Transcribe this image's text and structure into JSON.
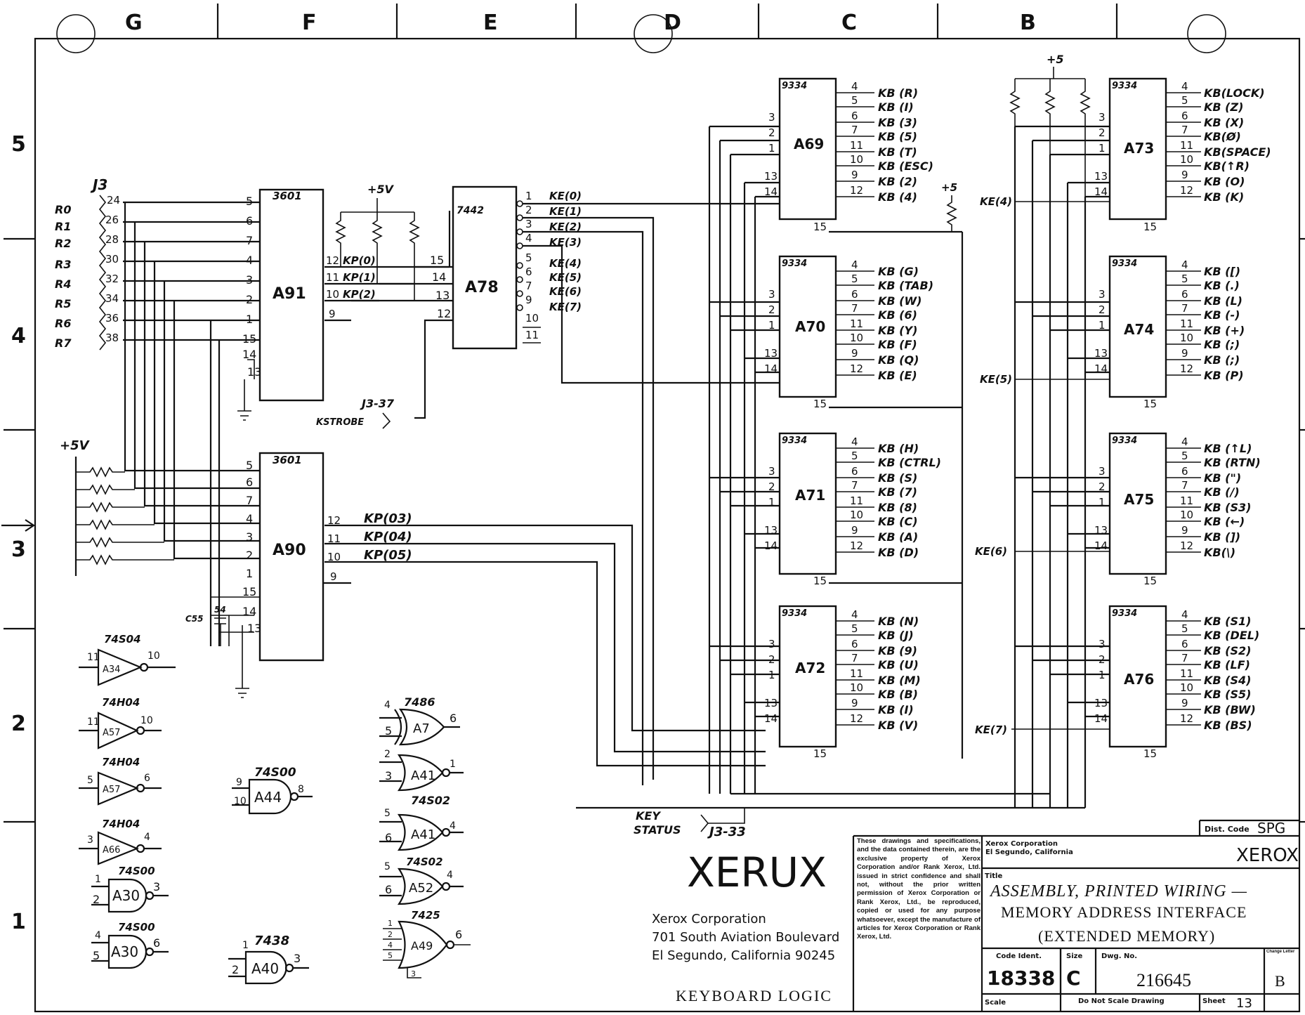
{
  "zones_top": [
    "G",
    "F",
    "E",
    "D",
    "C",
    "B"
  ],
  "zones_side": [
    "5",
    "4",
    "3",
    "2",
    "1"
  ],
  "connector": {
    "name": "J3",
    "rows": [
      "R0",
      "R1",
      "R2",
      "R3",
      "R4",
      "R5",
      "R6",
      "R7"
    ],
    "pins": [
      "24",
      "26",
      "28",
      "30",
      "32",
      "34",
      "36",
      "38"
    ]
  },
  "labels": {
    "plus5v": "+5V",
    "plus5": "+5",
    "kstrobe_pin": "J3-37",
    "kstrobe": "KSTROBE",
    "key_status_1": "KEY",
    "key_status_2": "STATUS",
    "key_status_pin": "J3-33",
    "c55": "C55",
    "c54": "54"
  },
  "chips": {
    "a91": {
      "name": "A91",
      "type": "3601"
    },
    "a90": {
      "name": "A90",
      "type": "3601"
    },
    "a78": {
      "name": "A78",
      "type": "7442"
    },
    "a69": {
      "name": "A69",
      "type": "9334"
    },
    "a70": {
      "name": "A70",
      "type": "9334"
    },
    "a71": {
      "name": "A71",
      "type": "9334"
    },
    "a72": {
      "name": "A72",
      "type": "9334"
    },
    "a73": {
      "name": "A73",
      "type": "9334"
    },
    "a74": {
      "name": "A74",
      "type": "9334"
    },
    "a75": {
      "name": "A75",
      "type": "9334"
    },
    "a76": {
      "name": "A76",
      "type": "9334"
    }
  },
  "a91_outputs": [
    "KP(0)",
    "KP(1)",
    "KP(2)"
  ],
  "a90_outputs": [
    "KP(03)",
    "KP(04)",
    "KP(05)"
  ],
  "a78_outputs": [
    "KE(0)",
    "KE(1)",
    "KE(2)",
    "KE(3)",
    "KE(4)",
    "KE(5)",
    "KE(6)",
    "KE(7)"
  ],
  "ke_inputs": [
    "KE(4)",
    "KE(5)",
    "KE(6)",
    "KE(7)"
  ],
  "kb_outputs": {
    "a69": [
      "KB (R)",
      "KB (I)",
      "KB (3)",
      "KB (5)",
      "KB (T)",
      "KB (ESC)",
      "KB (2)",
      "KB (4)"
    ],
    "a70": [
      "KB (G)",
      "KB (TAB)",
      "KB (W)",
      "KB (6)",
      "KB (Y)",
      "KB (F)",
      "KB (Q)",
      "KB (E)"
    ],
    "a71": [
      "KB (H)",
      "KB (CTRL)",
      "KB (S)",
      "KB (7)",
      "KB (8)",
      "KB (C)",
      "KB (A)",
      "KB (D)"
    ],
    "a72": [
      "KB (N)",
      "KB (J)",
      "KB (9)",
      "KB (U)",
      "KB (M)",
      "KB (B)",
      "KB (I)",
      "KB (V)"
    ],
    "a73": [
      "KB(LOCK)",
      "KB (Z)",
      "KB (X)",
      "KB(Ø)",
      "KB(SPACE)",
      "KB(↑R)",
      "KB (O)",
      "KB (K)"
    ],
    "a74": [
      "KB ([)",
      "KB (.)",
      "KB (L)",
      "KB (-)",
      "KB (+)",
      "KB (;)",
      "KB (;)",
      "KB (P)"
    ],
    "a75": [
      "KB (↑L)",
      "KB (RTN)",
      "KB (\")",
      "KB (/)",
      "KB (S3)",
      "KB (←)",
      "KB (])",
      "KB(\\)"
    ],
    "a76": [
      "KB (S1)",
      "KB (DEL)",
      "KB (S2)",
      "KB (LF)",
      "KB (S4)",
      "KB (S5)",
      "KB (BW)",
      "KB (BS)"
    ]
  },
  "mux_pins_out": [
    "4",
    "5",
    "6",
    "7",
    "11",
    "10",
    "9",
    "12"
  ],
  "mux_pins_in": [
    "3",
    "2",
    "1",
    "13",
    "14",
    "15"
  ],
  "gates": {
    "inv1": {
      "type": "74S04",
      "name": "A34",
      "in": "11",
      "out": "10"
    },
    "inv2": {
      "type": "74H04",
      "name": "A57",
      "in": "11",
      "out": "10"
    },
    "inv3": {
      "type": "74H04",
      "name": "A57",
      "in": "5",
      "out": "6"
    },
    "inv4": {
      "type": "74H04",
      "name": "A66",
      "in": "3",
      "out": "4"
    },
    "nand1": {
      "type": "74S00",
      "name": "A30",
      "in1": "1",
      "in2": "2",
      "out": "3"
    },
    "nand2": {
      "type": "74S00",
      "name": "A30",
      "in1": "4",
      "in2": "5",
      "out": "6"
    },
    "nand3": {
      "type": "74S00",
      "name": "A44",
      "in1": "9",
      "in2": "10",
      "out": "8"
    },
    "nand4": {
      "type": "7438",
      "name": "A40",
      "in1": "1",
      "in2": "2",
      "out": "3"
    },
    "xor1": {
      "type": "7486",
      "name": "A7",
      "in1": "4",
      "in2": "5",
      "out": "6"
    },
    "nor1": {
      "type": "74S02",
      "name": "A41",
      "in1": "2",
      "in2": "3",
      "out": "1"
    },
    "nor2": {
      "type": "",
      "name": "A41",
      "in1": "5",
      "in2": "6",
      "out": "4"
    },
    "nor3": {
      "type": "74S02",
      "name": "A52",
      "in1": "5",
      "in2": "6",
      "out": "4"
    },
    "nand5": {
      "type": "7425",
      "name": "A49",
      "in1": "1",
      "in2": "2",
      "in3": "4",
      "in4": "5",
      "strobe": "3",
      "out": "6"
    }
  },
  "nor1_type_label": "74S02",
  "title_block": {
    "logo": "XERUX",
    "company": "Xerox Corporation",
    "address1": "701 South Aviation Boulevard",
    "address2": "El Segundo, California 90245",
    "drawing_name": "KEYBOARD LOGIC",
    "dist_label": "Dist. Code",
    "dist_code": "SPG",
    "notice": "These drawings and specifications, and the data contained therein, are the exclusive property of Xerox Corporation and/or Rank Xerox, Ltd. issued in strict confidence and shall not, without the prior written permission of Xerox Corporation or Rank Xerox, Ltd., be reproduced, copied or used for any purpose whatsoever, except the manufacture of articles for Xerox Corporation or Rank Xerox, Ltd.",
    "corp_small_1": "Xerox Corporation",
    "corp_small_2": "El Segundo, California",
    "brand_right": "XEROX",
    "title_label": "Title",
    "title_1": "ASSEMBLY, PRINTED WIRING —",
    "title_2": "MEMORY ADDRESS INTERFACE",
    "title_3": "(EXTENDED MEMORY)",
    "code_ident_label": "Code Ident.",
    "code_ident": "18338",
    "size_label": "Size",
    "size": "C",
    "dwg_label": "Dwg. No.",
    "dwg_no": "216645",
    "change_label": "Change Letter",
    "change": "B",
    "scale_label": "Scale",
    "do_not_scale": "Do Not Scale Drawing",
    "sheet_label": "Sheet",
    "sheet": "13"
  }
}
